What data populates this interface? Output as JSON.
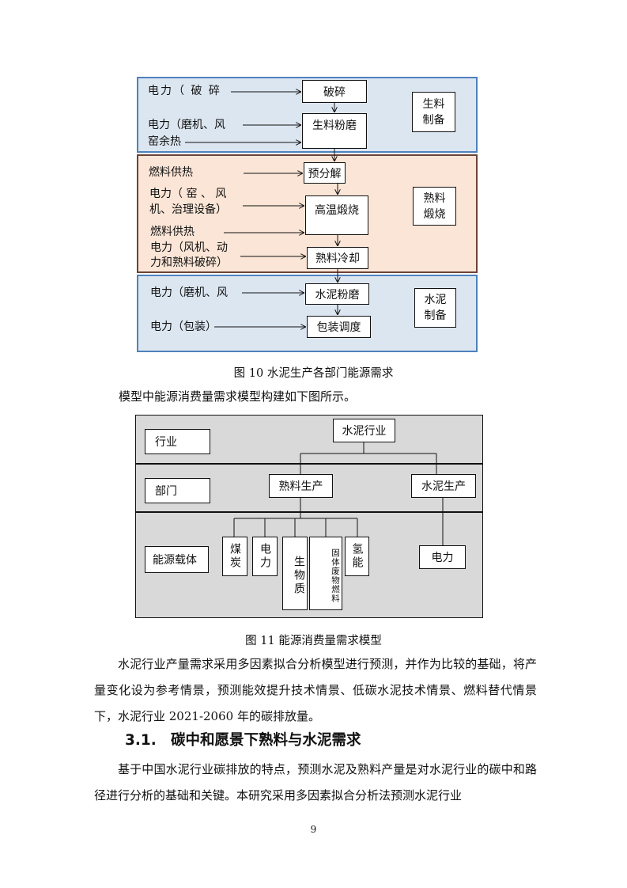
{
  "fig10": {
    "stages": [
      {
        "label": "生料制备",
        "color": "#dce6f1",
        "border": "#4f81bd"
      },
      {
        "label": "熟料煅烧",
        "color": "#fbe5d6",
        "border": "#7f4f3f"
      },
      {
        "label": "水泥制备",
        "color": "#dce6f1",
        "border": "#4f81bd"
      }
    ],
    "inputs": [
      "电力（ 破 碎",
      "电力（磨机、风",
      "窑余热",
      "燃料供热",
      "电力（ 窑 、 风",
      "机、治理设备）",
      "燃料供热",
      "电力（风机、动",
      "力和熟料破碎）",
      "电力（磨机、风",
      "电力（包装）"
    ],
    "processes": [
      "破碎",
      "生料粉磨",
      "预分解",
      "高温煅烧",
      "熟料冷却",
      "水泥粉磨",
      "包装调度"
    ],
    "caption": "图 10  水泥生产各部门能源需求"
  },
  "intro_line": "模型中能源消费量需求模型构建如下图所示。",
  "fig11": {
    "levels": [
      "行业",
      "部门",
      "能源载体"
    ],
    "industry": "水泥行业",
    "sectors": [
      "熟料生产",
      "水泥生产"
    ],
    "carriers": [
      "煤炭",
      "电力",
      "生物质",
      "固体废物燃料",
      "氢能"
    ],
    "cement_carrier": "电力",
    "caption": "图 11  能源消费量需求模型"
  },
  "para1": "水泥行业产量需求采用多因素拟合分析模型进行预测，并作为比较的基础，将产量变化设为参考情景，预测能效提升技术情景、低碳水泥技术情景、燃料替代情景下，水泥行业 2021-2060 年的碳排放量。",
  "section": {
    "number": "3.1.",
    "title": "碳中和愿景下熟料与水泥需求"
  },
  "para2": "基于中国水泥行业碳排放的特点，预测水泥及熟料产量是对水泥行业的碳中和路径进行分析的基础和关键。本研究采用多因素拟合分析法预测水泥行业",
  "page_number": "9"
}
